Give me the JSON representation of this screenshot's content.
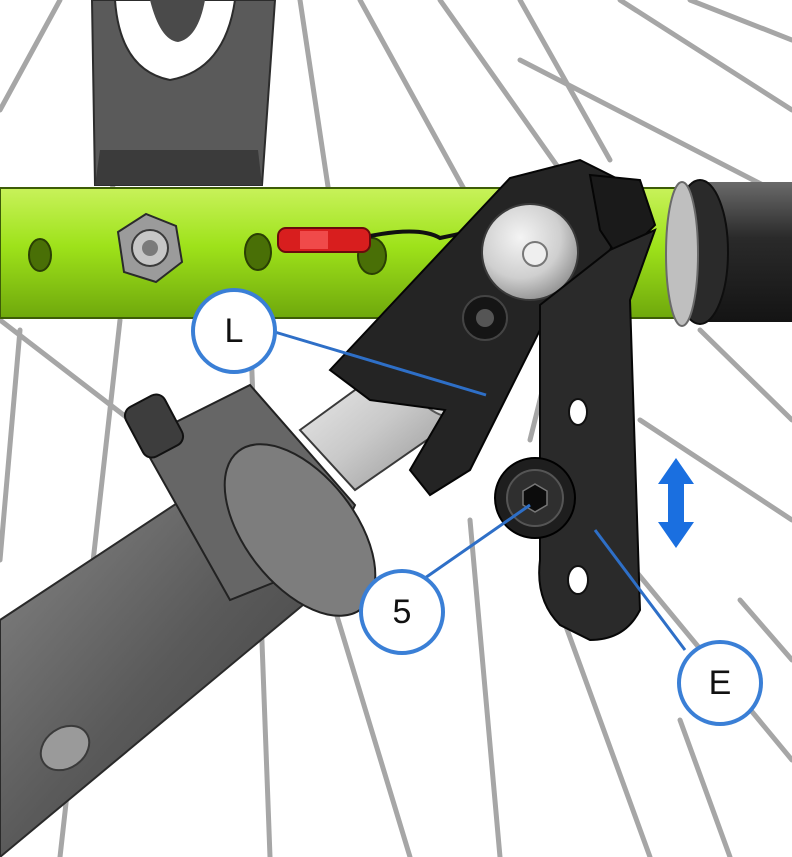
{
  "callouts": {
    "lever": "L",
    "screw": "5",
    "bracket": "E"
  },
  "colors": {
    "axle_tube": "#9ee21a",
    "callout_ring": "#3a7fd6",
    "leader_line": "#2e6fc7",
    "adjust_arrow": "#1a6fe0",
    "spokes": "#9a9a9a",
    "dark_parts": "#242424",
    "grey_tube": "#5e5e5e",
    "red_connector": "#d81e1e"
  },
  "icons": {
    "adjust_direction": "vertical-double-arrow-icon"
  }
}
